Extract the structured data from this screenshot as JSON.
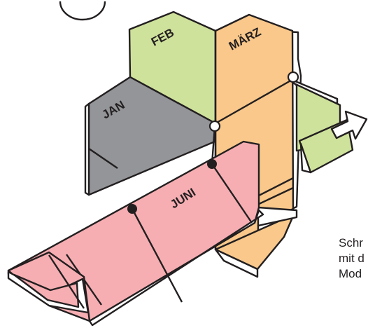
{
  "labels": {
    "jan": "JAN",
    "feb": "FEB",
    "maerz": "MÄRZ",
    "juni": "JUNI"
  },
  "caption": {
    "line1": "Schr",
    "line2": "mit d",
    "line3": "Mod"
  },
  "colors": {
    "jan": "#939598",
    "feb": "#cfe29b",
    "maerz": "#f9c88a",
    "juni": "#f6aeb2",
    "outline": "#231f20"
  },
  "icons": [
    "arrow-right-icon",
    "circle-top-left-icon"
  ]
}
